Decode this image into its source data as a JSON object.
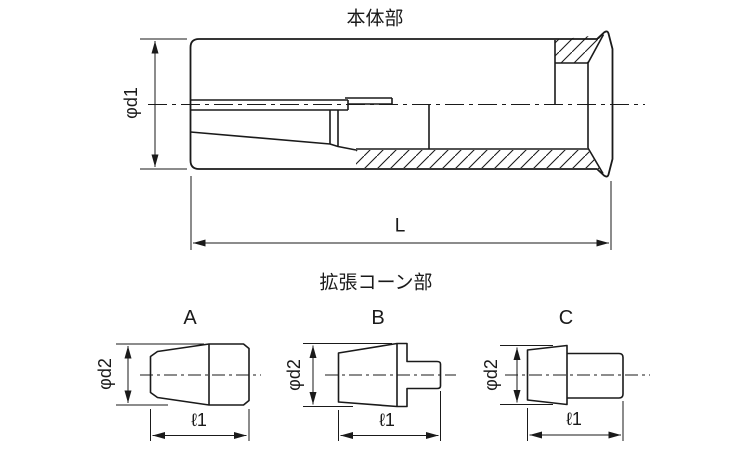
{
  "drawing": {
    "background": "#ffffff",
    "line_color": "#1a1a1a"
  },
  "body_section": {
    "title": "本体部",
    "diameter_label": "φd1",
    "length_label": "L"
  },
  "cone_section": {
    "title": "拡張コーン部",
    "variants": [
      {
        "label": "A",
        "diameter_label": "φd2",
        "length_label": "ℓ1"
      },
      {
        "label": "B",
        "diameter_label": "φd2",
        "length_label": "ℓ1"
      },
      {
        "label": "C",
        "diameter_label": "φd2",
        "length_label": "ℓ1"
      }
    ]
  }
}
